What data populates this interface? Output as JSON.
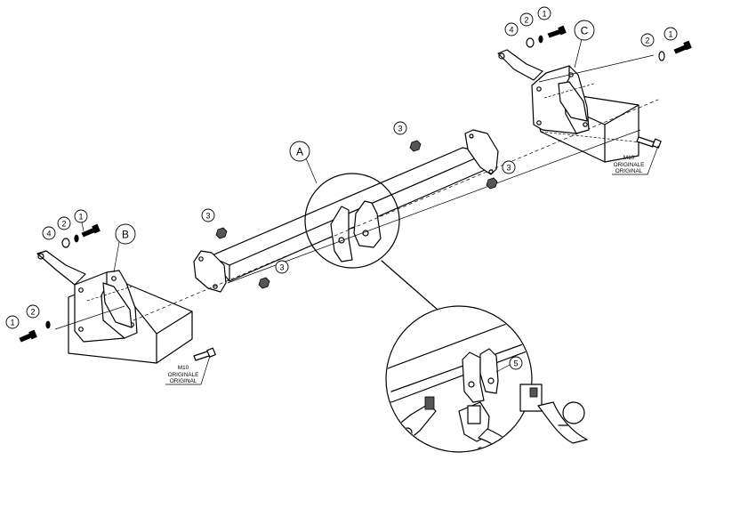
{
  "assemblies": {
    "a": "A",
    "b": "B",
    "c": "C"
  },
  "callouts": {
    "bolt": "1",
    "washer": "2",
    "nut": "3",
    "spacer": "4",
    "ball": "5"
  },
  "notes": {
    "left": [
      "M10",
      "ORIGINALE",
      "ORIGINAL"
    ],
    "right": [
      "M10",
      "ORIGINALE",
      "ORIGINAL"
    ]
  }
}
